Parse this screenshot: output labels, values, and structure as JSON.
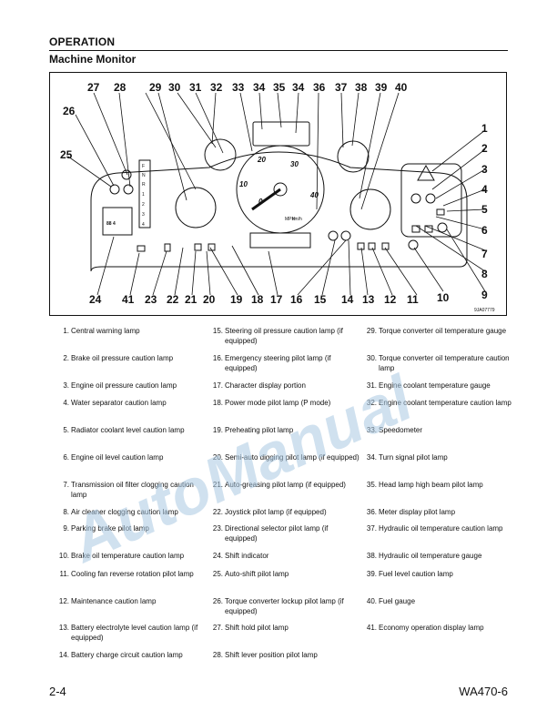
{
  "header": {
    "section": "OPERATION",
    "subtitle": "Machine Monitor"
  },
  "figure": {
    "figure_ref": "9JA07779",
    "dial_labels": [
      "10",
      "20",
      "30",
      "40",
      "0"
    ],
    "gear_letters": [
      "F",
      "N",
      "R",
      "1",
      "2",
      "3",
      "4"
    ],
    "unit_labels": [
      "km/h",
      "MPH"
    ],
    "shift_display": "88 4"
  },
  "legend": [
    [
      {
        "num": "1.",
        "text": "Central warning lamp"
      },
      {
        "num": "2.",
        "text": "Brake oil pressure caution lamp"
      },
      {
        "num": "3.",
        "text": "Engine oil pressure caution lamp"
      },
      {
        "num": "4.",
        "text": "Water separator caution lamp"
      },
      {
        "num": "5.",
        "text": "Radiator coolant level caution lamp"
      },
      {
        "num": "6.",
        "text": "Engine oil level caution lamp"
      },
      {
        "num": "7.",
        "text": "Transmission oil filter clogging caution lamp"
      },
      {
        "num": "8.",
        "text": "Air cleaner clogging caution lamp"
      },
      {
        "num": "9.",
        "text": "Parking brake pilot lamp"
      },
      {
        "num": "10.",
        "text": "Brake oil temperature caution lamp"
      },
      {
        "num": "11.",
        "text": "Cooling fan reverse rotation pilot lamp"
      },
      {
        "num": "12.",
        "text": "Maintenance caution lamp"
      },
      {
        "num": "13.",
        "text": "Battery electrolyte level caution lamp (if equipped)"
      },
      {
        "num": "14.",
        "text": "Battery charge circuit caution lamp"
      }
    ],
    [
      {
        "num": "15.",
        "text": "Steering oil pressure caution lamp (if equipped)"
      },
      {
        "num": "16.",
        "text": "Emergency steering pilot lamp (if equipped)"
      },
      {
        "num": "17.",
        "text": "Character display portion"
      },
      {
        "num": "18.",
        "text": "Power mode pilot lamp (P mode)"
      },
      {
        "num": "19.",
        "text": "Preheating pilot lamp"
      },
      {
        "num": "20.",
        "text": "Semi-auto digging pilot lamp (if equipped)"
      },
      {
        "num": "21.",
        "text": "Auto-greasing pilot lamp (if equipped)"
      },
      {
        "num": "22.",
        "text": "Joystick pilot lamp (if equipped)"
      },
      {
        "num": "23.",
        "text": "Directional selector pilot lamp (if equipped)"
      },
      {
        "num": "24.",
        "text": "Shift indicator"
      },
      {
        "num": "25.",
        "text": "Auto-shift pilot lamp"
      },
      {
        "num": "26.",
        "text": "Torque converter lockup pilot lamp (if equipped)"
      },
      {
        "num": "27.",
        "text": "Shift hold pilot lamp"
      },
      {
        "num": "28.",
        "text": "Shift lever position pilot lamp"
      }
    ],
    [
      {
        "num": "29.",
        "text": "Torque converter oil temperature gauge"
      },
      {
        "num": "30.",
        "text": "Torque converter oil temperature caution lamp"
      },
      {
        "num": "31.",
        "text": "Engine coolant temperature gauge"
      },
      {
        "num": "32.",
        "text": "Engine coolant temperature caution lamp"
      },
      {
        "num": "33.",
        "text": "Speedometer"
      },
      {
        "num": "34.",
        "text": "Turn signal pilot lamp"
      },
      {
        "num": "35.",
        "text": "Head lamp high beam pilot lamp"
      },
      {
        "num": "36.",
        "text": "Meter display pilot lamp"
      },
      {
        "num": "37.",
        "text": "Hydraulic oil temperature caution lamp"
      },
      {
        "num": "38.",
        "text": "Hydraulic oil temperature gauge"
      },
      {
        "num": "39.",
        "text": "Fuel level caution lamp"
      },
      {
        "num": "40.",
        "text": "Fuel gauge"
      },
      {
        "num": "41.",
        "text": "Economy operation display lamp"
      }
    ]
  ],
  "watermark": "AutoManual",
  "footer": {
    "page": "2-4",
    "model": "WA470-6"
  },
  "colors": {
    "watermark": "#aac8e1",
    "callout_8": "#4a6fa5"
  }
}
